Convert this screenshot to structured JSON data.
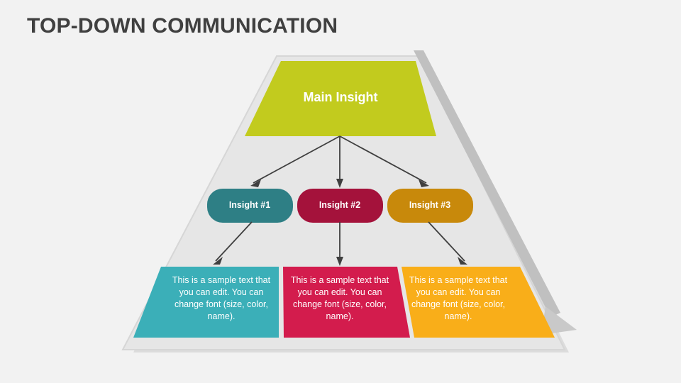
{
  "slide": {
    "title": "TOP-DOWN COMMUNICATION",
    "background_color": "#f2f2f2",
    "title_color": "#404040"
  },
  "diagram": {
    "type": "pyramid-top-down-communication",
    "pyramid_fill": "#e6e6e6",
    "pyramid_border": "#d9d9d9",
    "direction_arrow_color": "#bfbfbf",
    "connector_arrow_color": "#3f3f3f",
    "top_node": {
      "label": "Main Insight",
      "color": "#c2cb1e",
      "text_color": "#ffffff",
      "shape": "trapezoid"
    },
    "middle_nodes": [
      {
        "label": "Insight #1",
        "color": "#2e7f85",
        "text_color": "#ffffff",
        "shape": "rounded-pill"
      },
      {
        "label": "Insight #2",
        "color": "#a4123b",
        "text_color": "#ffffff",
        "shape": "rounded-pill"
      },
      {
        "label": "Insight #3",
        "color": "#c8890b",
        "text_color": "#ffffff",
        "shape": "rounded-pill"
      }
    ],
    "bottom_nodes": [
      {
        "text": "This is a sample text that you can edit. You can change font (size, color, name).",
        "color": "#3bafb8",
        "text_color": "#ffffff",
        "shape": "trapezoid"
      },
      {
        "text": "This is a sample text that you can edit. You can change font (size, color, name).",
        "color": "#d31c4d",
        "text_color": "#ffffff",
        "shape": "trapezoid"
      },
      {
        "text": "This is a sample text that you can edit. You can change font (size, color, name).",
        "color": "#f9ae19",
        "text_color": "#ffffff",
        "shape": "trapezoid"
      }
    ],
    "icons": {
      "direction_arrow": "arrow-down-right-icon",
      "connector": "arrow-down-icon"
    }
  }
}
